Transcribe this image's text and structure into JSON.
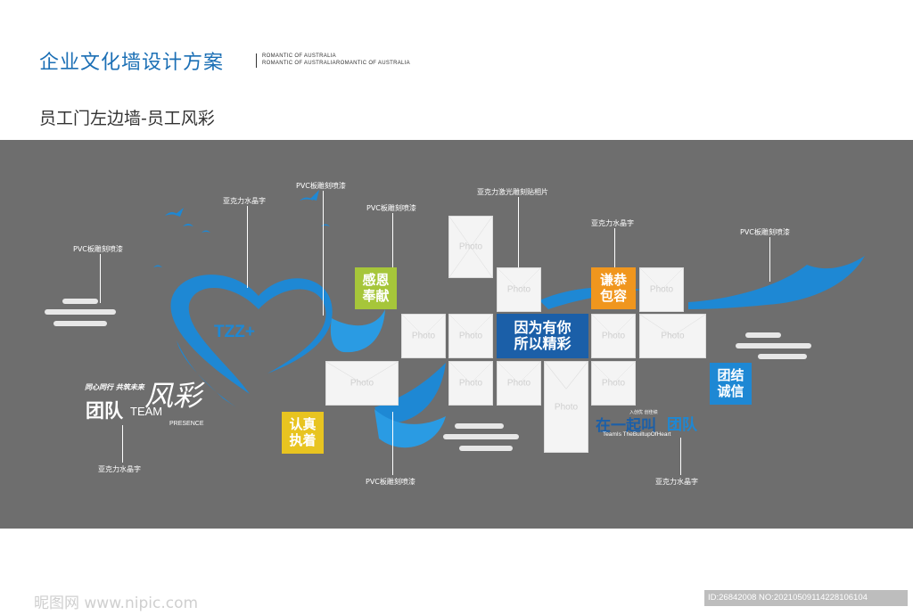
{
  "header": {
    "title": "企业文化墙设计方案",
    "subtitle_en_1": "ROMANTIC OF AUSTRALIA",
    "subtitle_en_2": "ROMANTIC OF AUSTRALIAROMANTIC OF AUSTRALIA",
    "section": "员工门左边墙-员工风彩"
  },
  "labels": {
    "pvc_left": "PVC板雕刻喷漆",
    "acrylic_heart": "亚克力水晶字",
    "pvc_top": "PVC板雕刻喷漆",
    "pvc_gan": "PVC板雕刻喷漆",
    "laser_photos": "亚克力激光雕刻贴相片",
    "acrylic_qian": "亚克力水晶字",
    "pvc_right": "PVC板雕刻喷漆",
    "acrylic_team": "亚克力水晶字",
    "pvc_bottom": "PVC板雕刻喷漆",
    "acrylic_together": "亚克力水晶字"
  },
  "photo_label": "Photo",
  "heart_text": "TZZ+",
  "signs": {
    "gan_line1": "感恩",
    "gan_line2": "奉献",
    "ren_line1": "认真",
    "ren_line2": "执着",
    "qian_line1": "谦恭",
    "qian_line2": "包容",
    "tuan_line1": "团结",
    "tuan_line2": "诚信",
    "center_line1": "因为有你",
    "center_line2": "所以精彩"
  },
  "team_block": {
    "slogan": "同心同行 共筑未来",
    "main": "团队",
    "team_en": "TEAM",
    "presence": "PRESENCE",
    "calligraphy": "风彩"
  },
  "together": {
    "small": "入创优 创佳绩",
    "main_left": "在一起叫",
    "main_right": "团队",
    "en": "TeamIs TheBuiltupOfHeart"
  },
  "watermark": {
    "left": "昵图网 www.nipic.com",
    "right": "ID:26842008 NO:20210509114228106104"
  },
  "colors": {
    "blue": "#1e88d4",
    "green": "#a6c63a",
    "yellow": "#e8c420",
    "orange": "#f0961e",
    "navy": "#1b5fa8",
    "wall": "#6e6e6e"
  }
}
